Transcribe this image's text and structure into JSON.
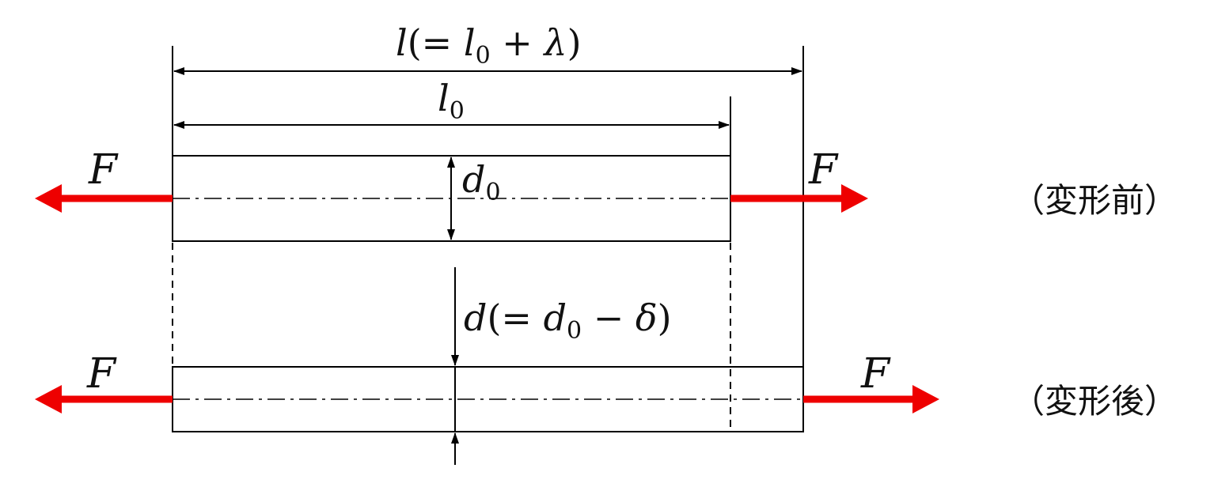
{
  "labels": {
    "l_total": {
      "var": "l",
      "open": "(= ",
      "base": "l",
      "sub": "0",
      "op": " + ",
      "extra": "λ",
      "close": ")"
    },
    "l0": {
      "base": "l",
      "sub": "0"
    },
    "d0": {
      "base": "d",
      "sub": "0"
    },
    "d_after": {
      "var": "d",
      "open": "(= ",
      "base": "d",
      "sub": "0",
      "op": " − ",
      "extra": "δ",
      "close": ")"
    },
    "force": "F",
    "state_before": "（変形前）",
    "state_after": "（変形後）"
  },
  "colors": {
    "line": "#000000",
    "force_arrow": "#ee0000"
  }
}
